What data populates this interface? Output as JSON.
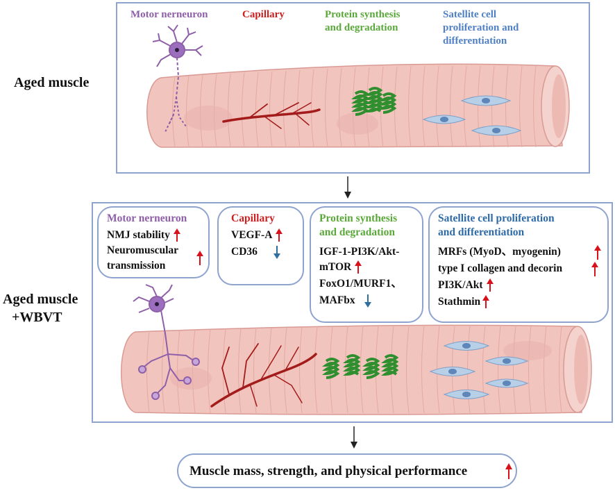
{
  "colors": {
    "motor": "#8e5fa8",
    "capillary": "#cc1f1f",
    "protein": "#5aa83a",
    "satellite_top": "#4f7fc4",
    "satellite_bottom": "#2e6aa6",
    "panel_border": "#8fa3cf",
    "muscle_fill": "#f2c4be",
    "up_arrow": "#d8121b",
    "down_arrow": "#2f6f9f"
  },
  "top_panel": {
    "side_label": "Aged muscle",
    "headers": {
      "motor": "Motor nerneuron",
      "capillary": "Capillary",
      "protein_l1": "Protein synthesis",
      "protein_l2": "and degradation",
      "satellite_l1": "Satellite cell",
      "satellite_l2": "proliferation and",
      "satellite_l3": "differentiation"
    }
  },
  "bottom_panel": {
    "side_label_l1": "Aged muscle",
    "side_label_l2": "+WBVT",
    "motor_box": {
      "title": "Motor nerneuron",
      "line1": "NMJ stability",
      "line2": "Neuromuscular",
      "line3": "transmission"
    },
    "capillary_box": {
      "title": "Capillary",
      "line1": "VEGF-A",
      "line2": "CD36"
    },
    "protein_box": {
      "title_l1": "Protein synthesis",
      "title_l2": "and degradation",
      "line1": "IGF-1-PI3K/Akt-",
      "line2": "mTOR",
      "line3": "FoxO1/MURF1、",
      "line4": "MAFbx"
    },
    "satellite_box": {
      "title_l1": "Satellite cell proliferation",
      "title_l2": "and differentiation",
      "line1": "MRFs (MyoD、myogenin)",
      "line2": "type I collagen and decorin",
      "line3": "PI3K/Akt",
      "line4": "Stathmin"
    }
  },
  "outcome": {
    "text": "Muscle mass, strength, and physical performance"
  }
}
